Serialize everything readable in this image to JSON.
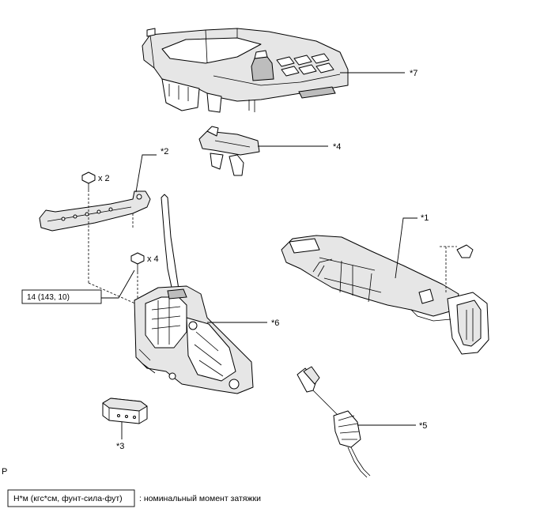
{
  "callouts": {
    "c1": "*1",
    "c2": "*2",
    "c3": "*3",
    "c4": "*4",
    "c5": "*5",
    "c6": "*6",
    "c7": "*7"
  },
  "quantities": {
    "bolt_upper": "x 2",
    "bolt_lower": "x 4"
  },
  "torque": {
    "value": "14 (143, 10)"
  },
  "legend": {
    "unit_box": "Н*м (кгс*см, фунт-сила-фут)",
    "description": ": номинальный момент затяжки"
  },
  "corner_mark": "P"
}
